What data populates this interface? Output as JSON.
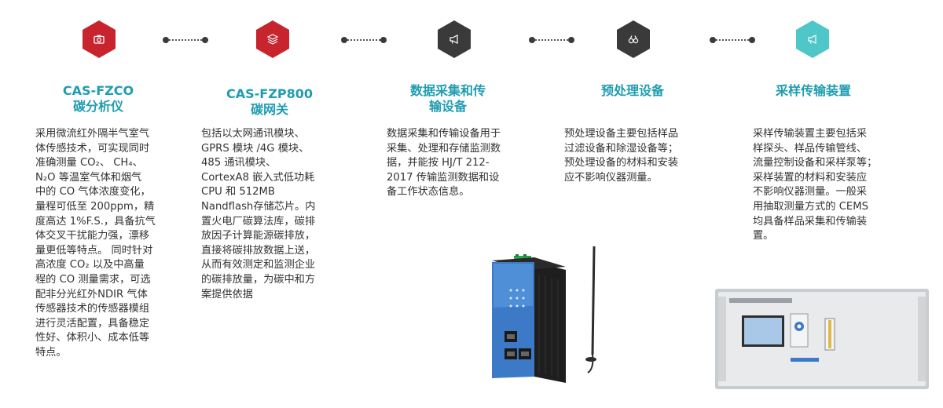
{
  "colors": {
    "hex_red": "#c8242e",
    "hex_dark": "#3a3a3a",
    "hex_teal": "#4fc6c8",
    "title_teal": "#1f9db0"
  },
  "steps": [
    {
      "icon": "camera-icon",
      "title": "CAS-FZCO\n碳分析仪",
      "desc": "采用微流红外隔半气室气\n体传感技术，可实现同时\n准确测量 CO₂、 CH₄、\nN₂O 等温室气体和烟气\n中的 CO 气体浓度变化，\n量程可低至 200ppm，精\n度高达 1%F.S.，具备抗气\n体交叉干扰能力强，漂移\n量更低等特点。 同时针对\n高浓度 CO₂ 以及中高量\n程的 CO 测量需求，可选\n配非分光红外NDIR 气体\n传感器技术的传感器模组\n进行灵活配置，具备稳定\n性好、体积小、成本低等\n特点。"
    },
    {
      "icon": "layers-icon",
      "title": "CAS-FZP800\n碳网关",
      "desc": "包括以太网通讯模块、\nGPRS 模块 /4G 模块、\n485 通讯模块、\nCortexA8 嵌入式低功耗\nCPU 和 512MB\nNandflash存储芯片。内\n置火电厂碳算法库，碳排\n放因子计算能源碳排放，\n直接将碳排放数据上送，\n从而有效测定和监测企业\n的碳排放量，为碳中和方\n案提供依据"
    },
    {
      "icon": "megaphone-icon",
      "title": "数据采集和传\n输设备",
      "desc": "数据采集和传输设备用于\n采集、处理和存储监测数\n据，并能按 HJ/T 212-\n2017 传输监测数据和设\n备工作状态信息。"
    },
    {
      "icon": "binoculars-icon",
      "title": "预处理设备",
      "desc": "预处理设备主要包括样品\n过滤设备和除湿设备等；\n预处理设备的材料和安装\n应不影响仪器测量。"
    },
    {
      "icon": "megaphone-icon",
      "title": "采样传输装置",
      "desc": "采样传输装置主要包括采\n样探头、样品传输管线、\n流量控制设备和采样泵等；\n采样装置的材料和安装应\n不影响仪器测量。一般采\n用抽取测量方式的 CEMS\n均具备样品采集和传输装\n置。"
    }
  ]
}
